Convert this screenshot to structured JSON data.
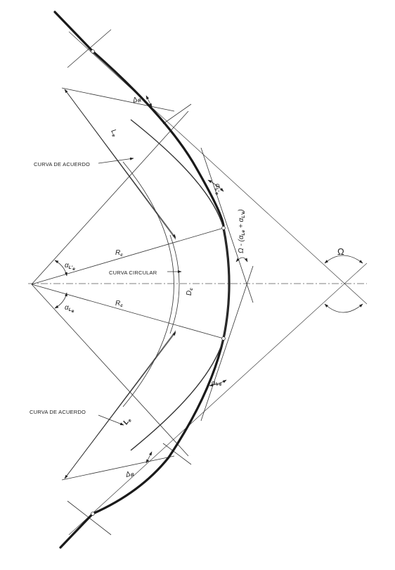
{
  "labels": {
    "curva_acuerdo_top": "CURVA DE ACUERDO",
    "curva_acuerdo_bottom": "CURVA DE ACUERDO",
    "curva_circular": "CURVA CIRCULAR",
    "omega": "Ω",
    "omega_formula_prefix": "Ω - (",
    "alpha": "α",
    "plus": " + ",
    "close_paren": ")",
    "r_c_upper": "R",
    "r_c_lower": "R",
    "r_sub": "c",
    "d_c": "D",
    "d_sub": "c",
    "l_e_top": "L",
    "l_e_top_sub": "e",
    "l_e_bottom": "L",
    "l_e_bottom_sub": "e",
    "delta_r_top": "Δ",
    "delta_r_top_sub": "R",
    "delta_r_bottom": "Δ",
    "delta_r_bottom_sub": "R",
    "alpha_le_prime": "L'",
    "alpha_le": "L",
    "sub_e": "e"
  },
  "colors": {
    "line": "#333333",
    "heavy_line": "#1a1a1a",
    "background": "#ffffff"
  }
}
